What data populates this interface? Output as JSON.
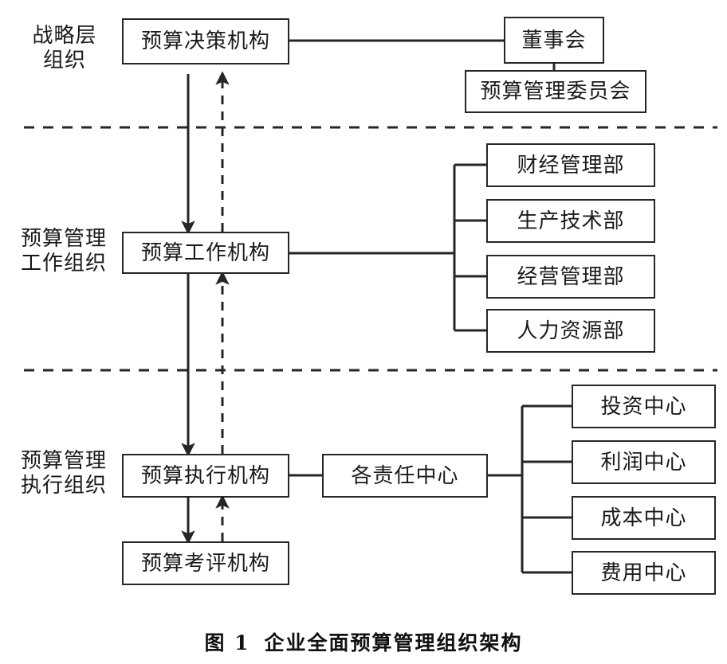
{
  "figure": {
    "caption_number": "图 1",
    "caption_title": "企业全面预算管理组织架构"
  },
  "tiers": [
    {
      "id": "strategy",
      "label": "战略层\n组织"
    },
    {
      "id": "management",
      "label": "预算管理\n工作组织"
    },
    {
      "id": "execution",
      "label": "预算管理\n执行组织"
    }
  ],
  "nodes": {
    "decision_body": "预算决策机构",
    "board_of_directors": "董事会",
    "budget_committee": "预算管理委员会",
    "work_body": "预算工作机构",
    "execution_body": "预算执行机构",
    "appraisal_body": "预算考评机构",
    "responsibility_centers": "各责任中心"
  },
  "departments": [
    "财经管理部",
    "生产技术部",
    "经营管理部",
    "人力资源部"
  ],
  "centers": [
    "投资中心",
    "利润中心",
    "成本中心",
    "费用中心"
  ],
  "colors": {
    "line": "#262626",
    "text": "#1a1a1a",
    "background": "#ffffff"
  }
}
